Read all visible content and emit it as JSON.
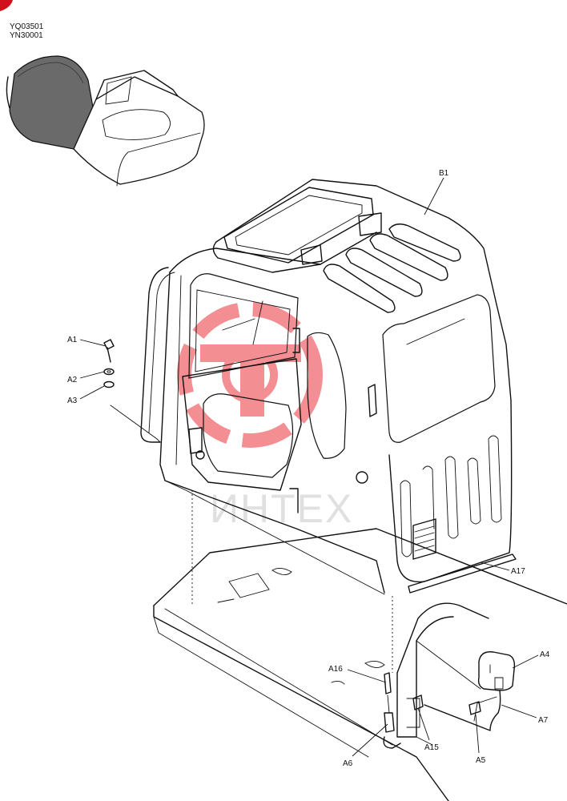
{
  "header": {
    "codes": [
      "YQ03501",
      "YN30001"
    ]
  },
  "watermark": {
    "text": "ИНТЕХ",
    "logo_color": "#e8202a"
  },
  "callouts": [
    {
      "id": "B1"
    },
    {
      "id": "A1"
    },
    {
      "id": "A2"
    },
    {
      "id": "A3"
    },
    {
      "id": "A17"
    },
    {
      "id": "A4"
    },
    {
      "id": "A16"
    },
    {
      "id": "A7"
    },
    {
      "id": "A15"
    },
    {
      "id": "A6"
    },
    {
      "id": "A5"
    }
  ],
  "colors": {
    "line": "#111111",
    "accent": "#d0101a",
    "background": "#ffffff"
  }
}
